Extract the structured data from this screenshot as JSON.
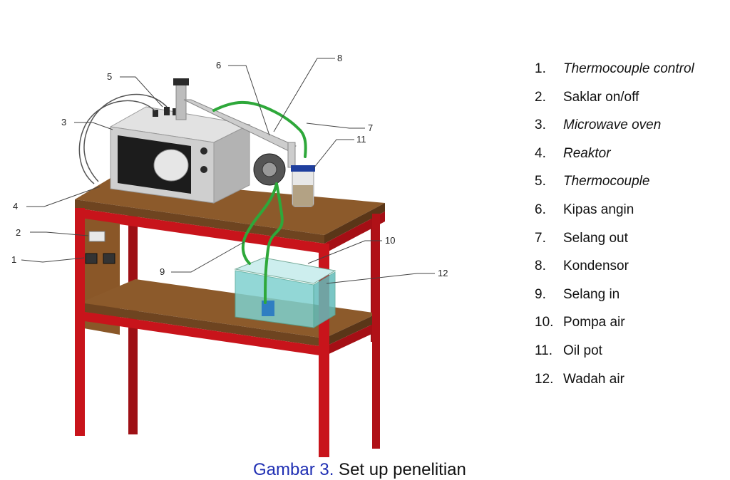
{
  "colors": {
    "frame": "#c8141b",
    "wood": "#8c5a2b",
    "wood_dark": "#6e4420",
    "oven": "#cfcfcf",
    "tube": "#2ea83a",
    "water": "#7fd1cf",
    "caption_figure": "#1f2fb3"
  },
  "callouts": [
    "1",
    "2",
    "3",
    "4",
    "5",
    "6",
    "7",
    "8",
    "9",
    "10",
    "11",
    "12"
  ],
  "legend": [
    {
      "num": "1.",
      "text": "Thermocouple control",
      "italic": true
    },
    {
      "num": "2.",
      "text": "Saklar on/off",
      "italic": false
    },
    {
      "num": "3.",
      "text": "Microwave oven",
      "italic": true
    },
    {
      "num": "4.",
      "text": "Reaktor",
      "italic": true
    },
    {
      "num": "5.",
      "text": "Thermocouple",
      "italic": true
    },
    {
      "num": "6.",
      "text": "Kipas angin",
      "italic": false
    },
    {
      "num": "7.",
      "text": "Selang out",
      "italic": false
    },
    {
      "num": "8.",
      "text": "Kondensor",
      "italic": false
    },
    {
      "num": "9.",
      "text": "Selang in",
      "italic": false
    },
    {
      "num": "10.",
      "text": "Pompa air",
      "italic": false
    },
    {
      "num": "11.",
      "text": "Oil pot",
      "italic": false
    },
    {
      "num": "12.",
      "text": "Wadah air",
      "italic": false
    }
  ],
  "caption": {
    "figure": "Gambar 3.",
    "text": " Set up penelitian"
  }
}
